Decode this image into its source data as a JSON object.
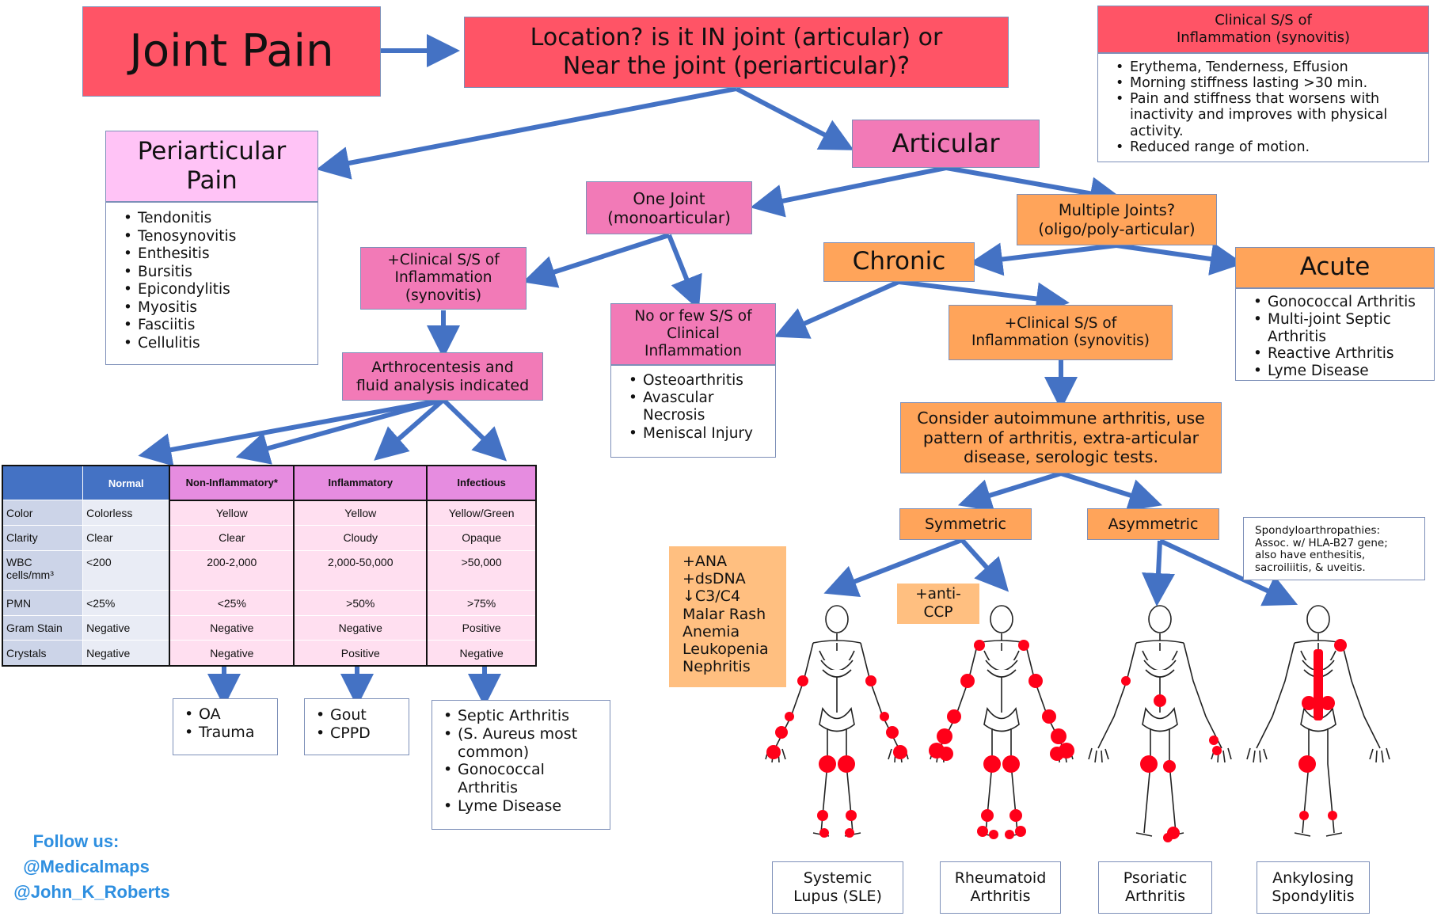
{
  "title": "Joint Pain",
  "location_question": [
    "Location? is it IN joint (articular) or",
    "Near the joint (periarticular)?"
  ],
  "synovitis_panel": {
    "title": [
      "Clinical S/S of",
      "Inflammation (synovitis)"
    ],
    "items": [
      "Erythema, Tenderness, Effusion",
      "Morning stiffness lasting >30 min.",
      "Pain and stiffness that worsens with inactivity and improves with physical activity.",
      "Reduced range of motion."
    ]
  },
  "periarticular": {
    "title": [
      "Periarticular",
      "Pain"
    ],
    "items": [
      "Tendonitis",
      "Tenosynovitis",
      "Enthesitis",
      "Bursitis",
      "Epicondylitis",
      "Myositis",
      "Fasciitis",
      "Cellulitis"
    ]
  },
  "articular": "Articular",
  "one_joint": [
    "One Joint",
    "(monoarticular)"
  ],
  "multiple_joints": [
    "Multiple Joints?",
    "(oligo/poly-articular)"
  ],
  "mono_synovitis": [
    "+Clinical S/S of",
    "Inflammation",
    "(synovitis)"
  ],
  "arthrocentesis": [
    "Arthrocentesis and",
    "fluid analysis indicated"
  ],
  "no_few": {
    "title": [
      "No or few S/S of",
      "Clinical",
      "Inflammation"
    ],
    "items": [
      "Osteoarthritis",
      "Avascular Necrosis",
      "Meniscal Injury"
    ]
  },
  "chronic": "Chronic",
  "acute": {
    "title": "Acute",
    "items": [
      "Gonococcal Arthritis",
      "Multi-joint Septic Arthritis",
      "Reactive Arthritis",
      "Lyme Disease"
    ]
  },
  "chronic_synovitis": [
    "+Clinical S/S of",
    "Inflammation (synovitis)"
  ],
  "autoimmune": [
    "Consider autoimmune arthritis, use",
    "pattern of arthritis, extra-articular",
    "disease, serologic tests."
  ],
  "symmetric": "Symmetric",
  "asymmetric": "Asymmetric",
  "spondylo_note": [
    "Spondyloarthropathies:",
    "Assoc. w/ HLA-B27 gene;",
    "also have enthesitis,",
    "sacroiliitis, & uveitis."
  ],
  "sle_labs": [
    "+ANA",
    "+dsDNA",
    "↓C3/C4",
    "Malar Rash",
    "Anemia",
    "Leukopenia",
    "Nephritis"
  ],
  "anti_ccp": [
    "+anti-",
    "CCP"
  ],
  "fluid_table": {
    "headers": [
      "",
      "Normal",
      "Non-Inflammatory*",
      "Inflammatory",
      "Infectious"
    ],
    "rows": [
      [
        "Color",
        "Colorless",
        "Yellow",
        "Yellow",
        "Yellow/Green"
      ],
      [
        "Clarity",
        "Clear",
        "Clear",
        "Cloudy",
        "Opaque"
      ],
      [
        "WBC cells/mm³",
        "<200",
        "200-2,000",
        "2,000-50,000",
        ">50,000"
      ],
      [
        "PMN",
        "<25%",
        "<25%",
        ">50%",
        ">75%"
      ],
      [
        "Gram Stain",
        "Negative",
        "Negative",
        "Negative",
        "Positive"
      ],
      [
        "Crystals",
        "Negative",
        "Negative",
        "Positive",
        "Negative"
      ]
    ]
  },
  "outcomes": {
    "noninflammatory": [
      "OA",
      "Trauma"
    ],
    "inflammatory": [
      "Gout",
      "CPPD"
    ],
    "infectious": [
      "Septic Arthritis",
      "(S. Aureus most common)",
      "Gonococcal Arthritis",
      "Lyme Disease"
    ]
  },
  "skeleton_labels": [
    [
      "Systemic",
      "Lupus (SLE)"
    ],
    [
      "Rheumatoid",
      "Arthritis"
    ],
    [
      "Psoriatic",
      "Arthritis"
    ],
    [
      "Ankylosing",
      "Spondylitis"
    ]
  ],
  "follow": [
    "Follow us:",
    "@Medicalmaps",
    "@John_K_Roberts"
  ],
  "colors": {
    "red_box": "#ff5466",
    "pink_box": "#f27ab7",
    "light_pink": "#ffc3f6",
    "orange_box": "#ffa45a",
    "arrow": "#4472c4",
    "joint_highlight": "#ff0019",
    "follow_text": "#2e8fe0"
  }
}
